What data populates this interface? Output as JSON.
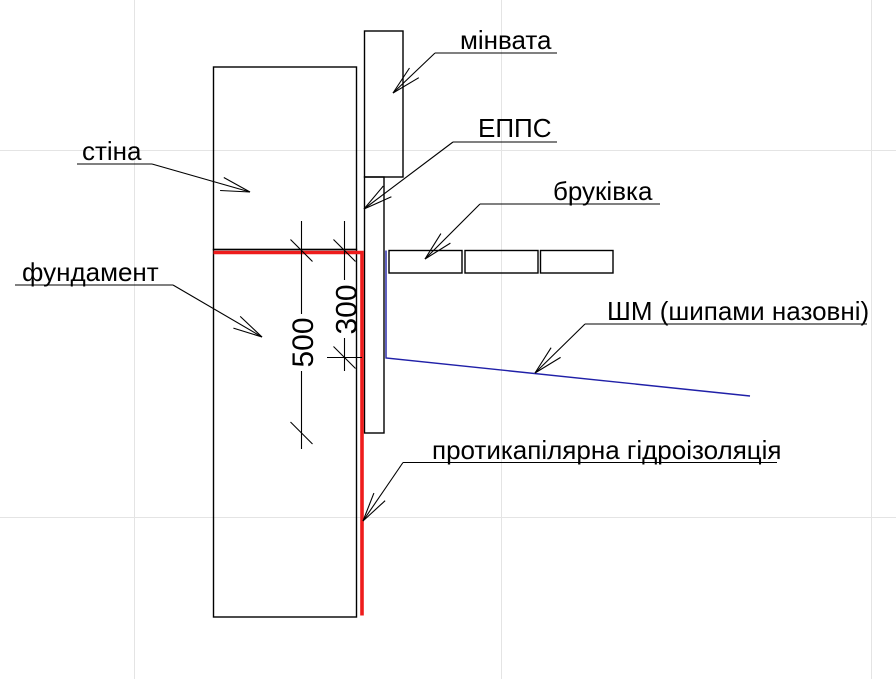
{
  "drawing": {
    "labels": {
      "minvata": "мінвата",
      "epps": "ЕППС",
      "brukivka": "бруківка",
      "shm": "ШМ (шипами назовні)",
      "stina": "стіна",
      "fundament": "фундамент",
      "hydro": "протикапілярна гідроізоляція"
    },
    "dimensions": {
      "d500": "500",
      "d300": "300"
    },
    "colors": {
      "outline": "#000000",
      "waterproofing_red": "#ee1c1c",
      "membrane_blue": "#2020a8",
      "grid": "#e4e4e4",
      "background": "#ffffff"
    }
  }
}
